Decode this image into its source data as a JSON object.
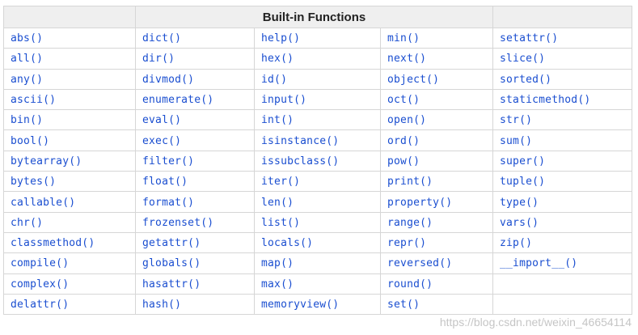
{
  "table": {
    "header": "Built-in Functions",
    "rows": [
      [
        "abs()",
        "dict()",
        "help()",
        "min()",
        "setattr()"
      ],
      [
        "all()",
        "dir()",
        "hex()",
        "next()",
        "slice()"
      ],
      [
        "any()",
        "divmod()",
        "id()",
        "object()",
        "sorted()"
      ],
      [
        "ascii()",
        "enumerate()",
        "input()",
        "oct()",
        "staticmethod()"
      ],
      [
        "bin()",
        "eval()",
        "int()",
        "open()",
        "str()"
      ],
      [
        "bool()",
        "exec()",
        "isinstance()",
        "ord()",
        "sum()"
      ],
      [
        "bytearray()",
        "filter()",
        "issubclass()",
        "pow()",
        "super()"
      ],
      [
        "bytes()",
        "float()",
        "iter()",
        "print()",
        "tuple()"
      ],
      [
        "callable()",
        "format()",
        "len()",
        "property()",
        "type()"
      ],
      [
        "chr()",
        "frozenset()",
        "list()",
        "range()",
        "vars()"
      ],
      [
        "classmethod()",
        "getattr()",
        "locals()",
        "repr()",
        "zip()"
      ],
      [
        "compile()",
        "globals()",
        "map()",
        "reversed()",
        "__import__()"
      ],
      [
        "complex()",
        "hasattr()",
        "max()",
        "round()",
        ""
      ],
      [
        "delattr()",
        "hash()",
        "memoryview()",
        "set()",
        ""
      ]
    ]
  },
  "watermark": "https://blog.csdn.net/weixin_46654114",
  "colors": {
    "link": "#1a4ed0",
    "header_bg": "#efefef",
    "border": "#d6d6d6"
  }
}
